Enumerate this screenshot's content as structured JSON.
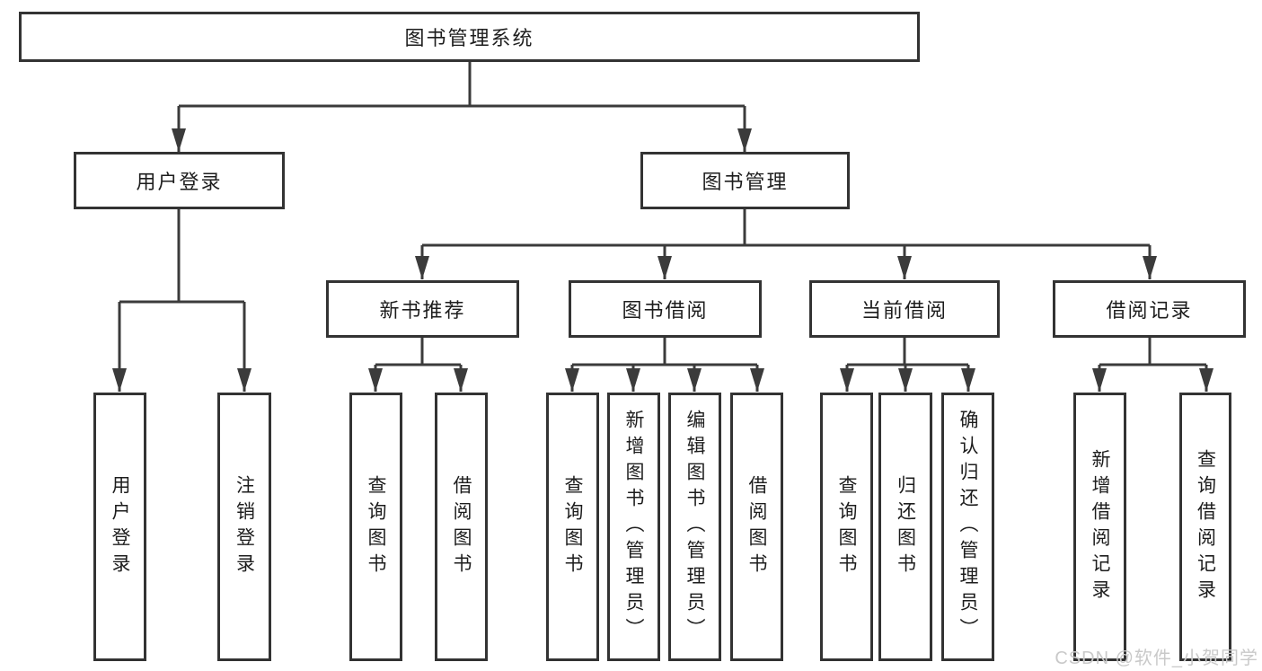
{
  "diagram_title": "图书管理系统",
  "tree": {
    "root": {
      "label": "图书管理系统"
    },
    "branches": [
      {
        "label": "用户登录",
        "leaves": [
          "用户登录",
          "注销登录"
        ]
      },
      {
        "label": "图书管理",
        "groups": [
          {
            "label": "新书推荐",
            "leaves": [
              "查询图书",
              "借阅图书"
            ]
          },
          {
            "label": "图书借阅",
            "leaves": [
              "查询图书",
              "新增图书（管理员）",
              "编辑图书（管理员）",
              "借阅图书"
            ]
          },
          {
            "label": "当前借阅",
            "leaves": [
              "查询图书",
              "归还图书",
              "确认归还（管理员）"
            ]
          },
          {
            "label": "借阅记录",
            "leaves": [
              "新增借阅记录",
              "查询借阅记录"
            ]
          }
        ]
      }
    ]
  },
  "watermark": {
    "text": "CSDN @软件_小贺同学"
  },
  "colors": {
    "line": "#3b3b3b",
    "box_border": "#333333",
    "box_fill": "#ffffff",
    "text": "#1d1d1d",
    "watermark": "#c9c9c9",
    "background": "#ffffff"
  }
}
